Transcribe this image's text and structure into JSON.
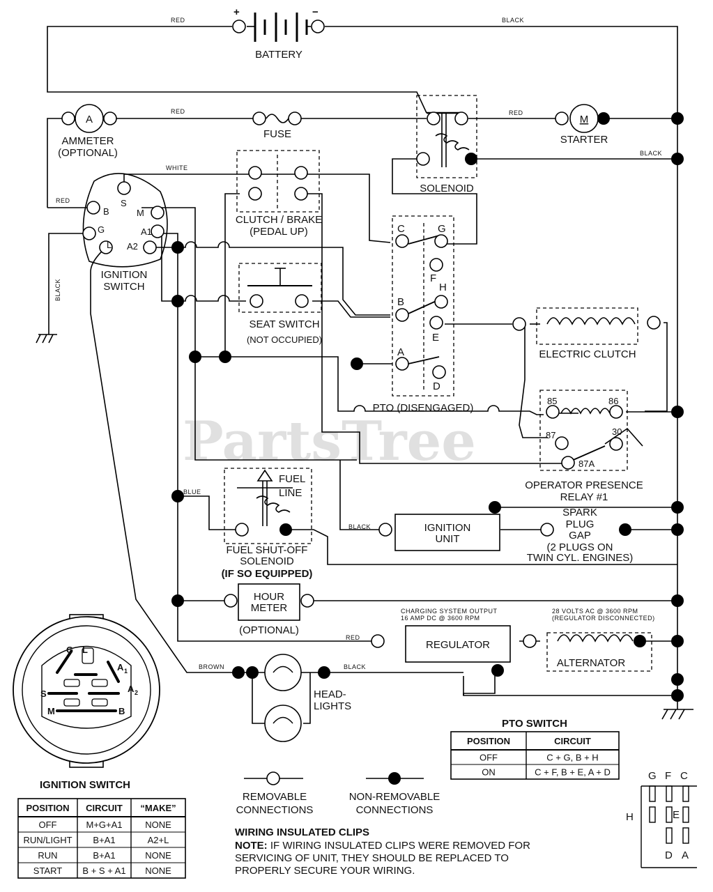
{
  "watermark": "PartsTree",
  "wires": {
    "red_top": "RED",
    "black_top": "BLACK",
    "red_ammeter": "RED",
    "red_starter": "RED",
    "black_solenoid": "BLACK",
    "white": "WHITE",
    "red_ign": "RED",
    "black_ground": "BLACK",
    "blue": "BLUE",
    "black_ignition": "BLACK",
    "red_regulator": "RED",
    "brown": "BROWN",
    "black_headlights": "BLACK"
  },
  "components": {
    "battery": "BATTERY",
    "battery_plus": "+",
    "battery_minus": "−",
    "ammeter_symbol": "A",
    "ammeter": [
      "AMMETER",
      "(OPTIONAL)"
    ],
    "fuse": "FUSE",
    "starter_symbol": "M",
    "starter": "STARTER",
    "solenoid": "SOLENOID",
    "clutch_brake": [
      "CLUTCH / BRAKE",
      "(PEDAL UP)"
    ],
    "ignition_switch": [
      "IGNITION",
      "SWITCH"
    ],
    "ign_terminals": {
      "B": "B",
      "S": "S",
      "M": "M",
      "G": "G",
      "A1": "A1",
      "L": "L",
      "A2": "A2"
    },
    "seat_switch": [
      "SEAT SWITCH",
      "(NOT OCCUPIED)"
    ],
    "pto_terminals": {
      "C": "C",
      "G": "G",
      "F": "F",
      "H": "H",
      "B": "B",
      "E": "E",
      "A": "A",
      "D": "D"
    },
    "pto": "PTO (DISENGAGED)",
    "electric_clutch": "ELECTRIC CLUTCH",
    "relay_terminals": {
      "t85": "85",
      "t86": "86",
      "t87": "87",
      "t30": "30",
      "t87A": "87A"
    },
    "operator_relay": [
      "OPERATOR PRESENCE",
      "RELAY #1"
    ],
    "fuel_line": [
      "FUEL",
      "LINE"
    ],
    "fuel_solenoid": [
      "FUEL SHUT-OFF",
      "SOLENOID",
      "(IF SO EQUIPPED)"
    ],
    "ignition_unit": [
      "IGNITION",
      "UNIT"
    ],
    "spark_plug": [
      "SPARK",
      "PLUG",
      "GAP",
      "(2 PLUGS ON",
      "TWIN CYL. ENGINES)"
    ],
    "hour_meter": [
      "HOUR",
      "METER",
      "(OPTIONAL)"
    ],
    "charging_note": [
      "CHARGING SYSTEM OUTPUT",
      "16 AMP DC @ 3600 RPM"
    ],
    "regulator": "REGULATOR",
    "alternator_note": [
      "28 VOLTS AC @ 3600 RPM",
      "(REGULATOR DISCONNECTED)"
    ],
    "alternator": "ALTERNATOR",
    "headlights": [
      "HEAD-",
      "LIGHTS"
    ]
  },
  "ign_switch_face": {
    "G": "G",
    "L": "L",
    "A1": "A",
    "A1_sub": "1",
    "S": "S",
    "A2": "A",
    "A2_sub": "2",
    "M": "M",
    "B": "B"
  },
  "ignition_table": {
    "title": "IGNITION SWITCH",
    "headers": [
      "POSITION",
      "CIRCUIT",
      "“MAKE”"
    ],
    "rows": [
      [
        "OFF",
        "M+G+A1",
        "NONE"
      ],
      [
        "RUN/LIGHT",
        "B+A1",
        "A2+L"
      ],
      [
        "RUN",
        "B+A1",
        "NONE"
      ],
      [
        "START",
        "B + S + A1",
        "NONE"
      ]
    ]
  },
  "pto_table": {
    "title": "PTO SWITCH",
    "headers": [
      "POSITION",
      "CIRCUIT"
    ],
    "rows": [
      [
        "OFF",
        "C + G, B + H"
      ],
      [
        "ON",
        "C + F, B + E, A + D"
      ]
    ]
  },
  "legend": {
    "removable": [
      "REMOVABLE",
      "CONNECTIONS"
    ],
    "non_removable": [
      "NON-REMOVABLE",
      "CONNECTIONS"
    ]
  },
  "note": {
    "heading": "WIRING INSULATED CLIPS",
    "label": "NOTE:",
    "line1": " IF WIRING INSULATED CLIPS WERE REMOVED FOR",
    "line2": "SERVICING OF UNIT, THEY SHOULD BE REPLACED TO",
    "line3": "PROPERLY SECURE YOUR WIRING."
  },
  "pto_face": {
    "G": "G",
    "F": "F",
    "C": "C",
    "H": "H",
    "E": "E",
    "D": "D",
    "A": "A"
  }
}
